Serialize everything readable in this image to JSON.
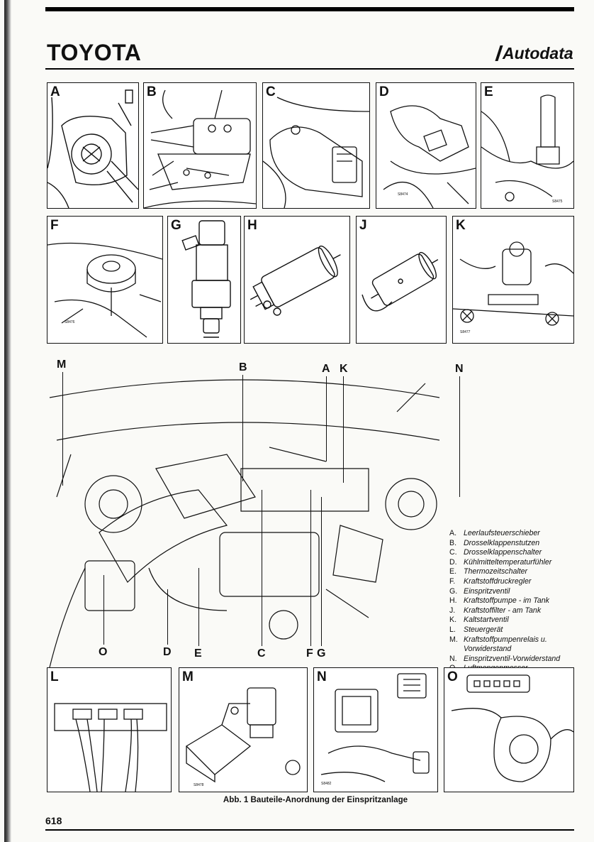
{
  "header": {
    "brand": "TOYOTA",
    "publisher": "Autodata"
  },
  "panels": {
    "A": "A",
    "B": "B",
    "C": "C",
    "D": "D",
    "E": "E",
    "F": "F",
    "G": "G",
    "H": "H",
    "J": "J",
    "K": "K",
    "L": "L",
    "M": "M",
    "N": "N",
    "O": "O"
  },
  "ref_codes": {
    "D": "S8474",
    "E": "S8475",
    "F": "S8476",
    "K": "S8477",
    "M": "S8478",
    "N": "S8482"
  },
  "overview_labels": [
    "M",
    "B",
    "A",
    "K",
    "N",
    "O",
    "D",
    "E",
    "C",
    "F",
    "G"
  ],
  "legend": [
    {
      "key": "A.",
      "text": "Leerlaufsteuerschieber"
    },
    {
      "key": "B.",
      "text": "Drosselklappenstutzen"
    },
    {
      "key": "C.",
      "text": "Drosselklappenschalter"
    },
    {
      "key": "D.",
      "text": "Kühlmitteltemperaturfühler"
    },
    {
      "key": "E.",
      "text": "Thermozeitschalter"
    },
    {
      "key": "F.",
      "text": "Kraftstoffdruckregler"
    },
    {
      "key": "G.",
      "text": "Einspritzventil"
    },
    {
      "key": "H.",
      "text": "Kraftstoffpumpe - im Tank"
    },
    {
      "key": "J.",
      "text": "Kraftstoffilter - am Tank"
    },
    {
      "key": "K.",
      "text": "Kaltstartventil"
    },
    {
      "key": "L.",
      "text": "Steuergerät"
    },
    {
      "key": "M.",
      "text": "Kraftstoffpumpenrelais u."
    },
    {
      "key": "",
      "text": "Vorwiderstand"
    },
    {
      "key": "N.",
      "text": "Einspritzventil-Vorwiderstand"
    },
    {
      "key": "O.",
      "text": "Luftmengenmesser"
    }
  ],
  "caption": "Abb. 1 Bauteile-Anordnung der Einspritzanlage",
  "page_number": "618"
}
